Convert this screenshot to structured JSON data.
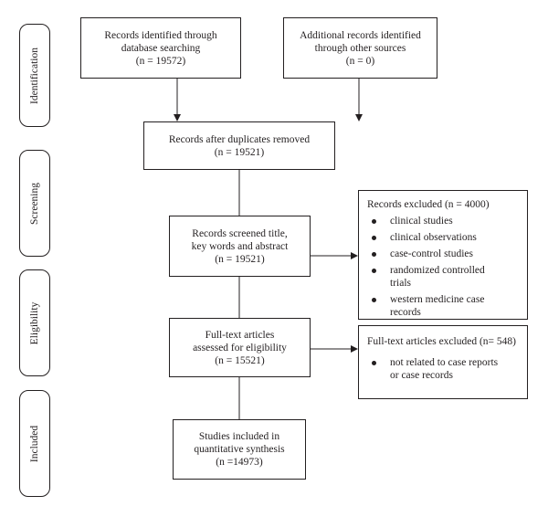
{
  "stages": {
    "identification": "Identification",
    "screening": "Screening",
    "eligibility": "Eligibility",
    "included": "Included"
  },
  "boxes": {
    "database": [
      "Records identified through",
      "database searching",
      "(n = 19572)"
    ],
    "other_sources": [
      "Additional records identified",
      "through other sources",
      "(n = 0)"
    ],
    "duplicates_removed": [
      "Records after duplicates removed",
      "(n = 19521)"
    ],
    "screened": [
      "Records screened title,",
      "key words and abstract",
      "(n = 19521)"
    ],
    "full_text": [
      "Full-text articles",
      "assessed for eligibility",
      "(n = 15521)"
    ],
    "included": [
      "Studies included in",
      "quantitative synthesis",
      "(n =14973)"
    ]
  },
  "records_excluded": {
    "title": "Records excluded (n = 4000)",
    "items": [
      [
        "clinical studies"
      ],
      [
        "clinical observations"
      ],
      [
        "case-control studies"
      ],
      [
        "randomized controlled",
        "trials"
      ],
      [
        "western medicine case",
        "records"
      ]
    ]
  },
  "fulltext_excluded": {
    "title": "Full-text articles excluded (n= 548)",
    "items": [
      [
        "not related to case reports",
        "or case records"
      ]
    ]
  }
}
